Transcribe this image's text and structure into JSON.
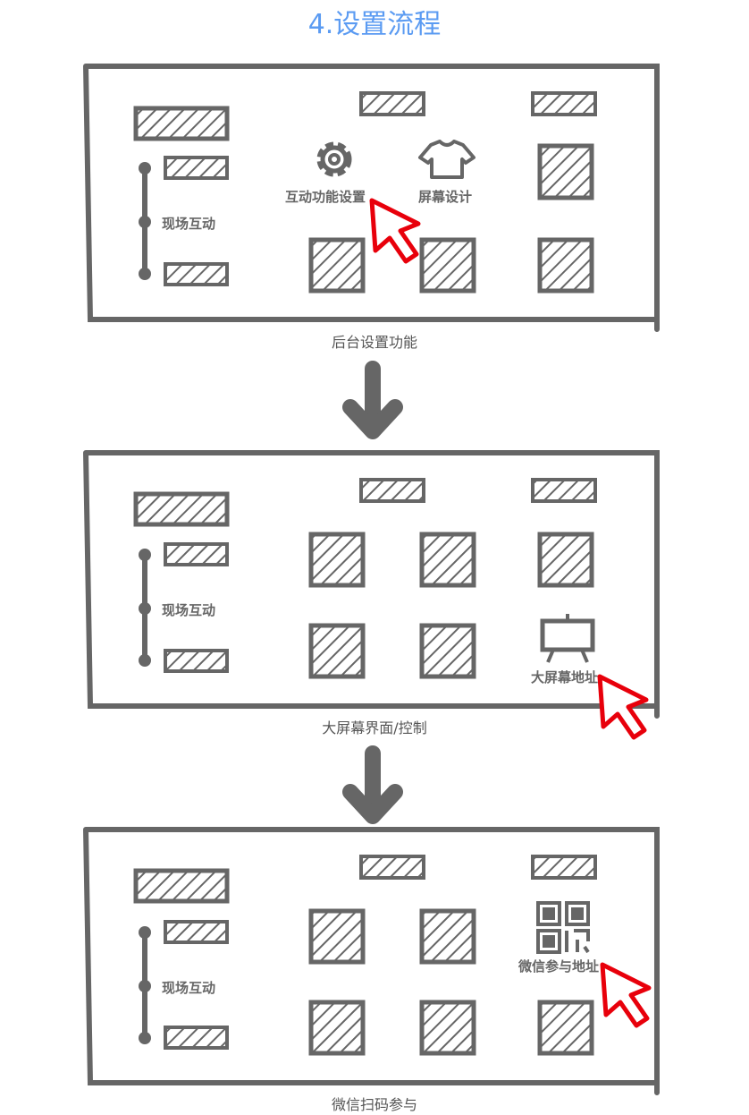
{
  "page": {
    "title": "4.设置流程"
  },
  "colors": {
    "sketch": "#666666",
    "accent": "#5b9bf2",
    "cursor": "#e8000b"
  },
  "panels": [
    {
      "side_label": "现场互动",
      "caption": "后台设置功能",
      "icon_a_label": "互动功能设置",
      "icon_b_label": "屏幕设计",
      "icon_a": "gear-icon",
      "icon_b": "tshirt-icon"
    },
    {
      "side_label": "现场互动",
      "caption": "大屏幕界面/控制",
      "icon_label": "大屏幕地址",
      "icon": "easel-screen-icon"
    },
    {
      "side_label": "现场互动",
      "caption": "微信扫码参与",
      "icon_label": "微信参与地址",
      "icon": "qr-code-icon"
    }
  ]
}
